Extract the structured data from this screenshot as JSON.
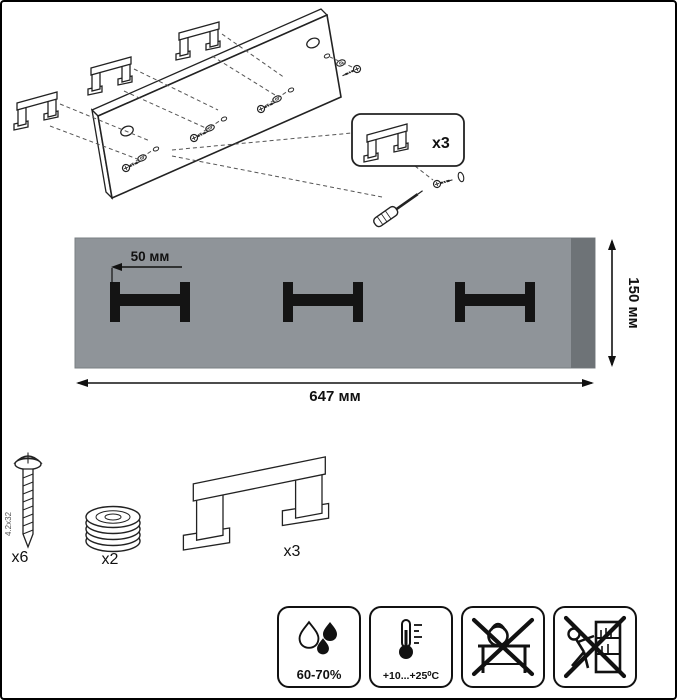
{
  "exploded": {
    "callout_count": "x3"
  },
  "dimensions": {
    "offset": "50 мм",
    "height": "150 мм",
    "width": "647 мм"
  },
  "parts": {
    "screw": {
      "size": "4.2x32",
      "count": "x6"
    },
    "washers": {
      "count": "x2"
    },
    "hooks": {
      "count": "x3"
    }
  },
  "conditions": {
    "humidity": "60-70%",
    "temperature": "+10...+25⁰C"
  },
  "colors": {
    "panel": "#8F9499",
    "panel_edge": "#6E7377",
    "hook_black": "#141414",
    "line": "#222222"
  }
}
